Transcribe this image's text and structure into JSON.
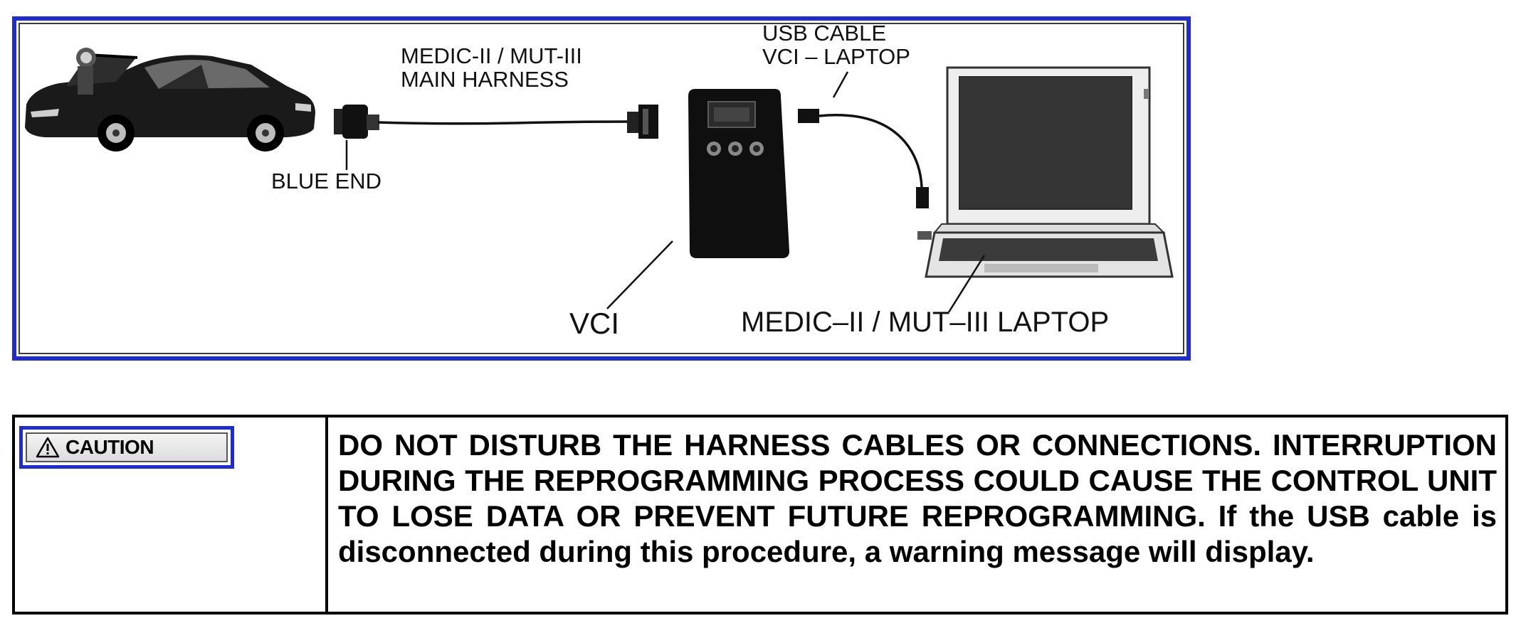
{
  "diagram": {
    "labels": {
      "harness_line1": "MEDIC-II / MUT-III",
      "harness_line2": "MAIN HARNESS",
      "usb_line1": "USB CABLE",
      "usb_line2": "VCI – LAPTOP",
      "blue_end": "BLUE END",
      "vci": "VCI",
      "laptop": "MEDIC–II / MUT–III LAPTOP"
    },
    "frame_color": "#1f2bd6"
  },
  "caution": {
    "badge_label": "CAUTION",
    "badge_icon": "warning-triangle-icon",
    "message": "DO NOT DISTURB THE HARNESS CABLES OR CONNECTIONS. INTERRUPTION DURING THE REPROGRAMMING PROCESS COULD CAUSE THE CONTROL UNIT TO LOSE DATA OR PREVENT FUTURE REPROGRAMMING. If the USB cable is disconnected during this procedure, a warning message will display."
  }
}
